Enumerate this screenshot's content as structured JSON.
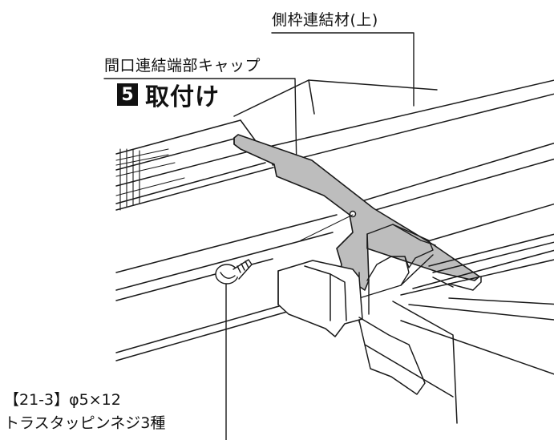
{
  "labels": {
    "side_frame": "側枠連結材(上)",
    "end_cap": "間口連結端部キャップ",
    "step_number": "5",
    "step_title": "取付け",
    "screw_ref": "【21-3】φ5×12",
    "screw_name": "トラスタッピンネジ3種"
  },
  "colors": {
    "cap_fill": "#bdbdbd",
    "line": "#1a1a1a",
    "background": "#ffffff"
  }
}
